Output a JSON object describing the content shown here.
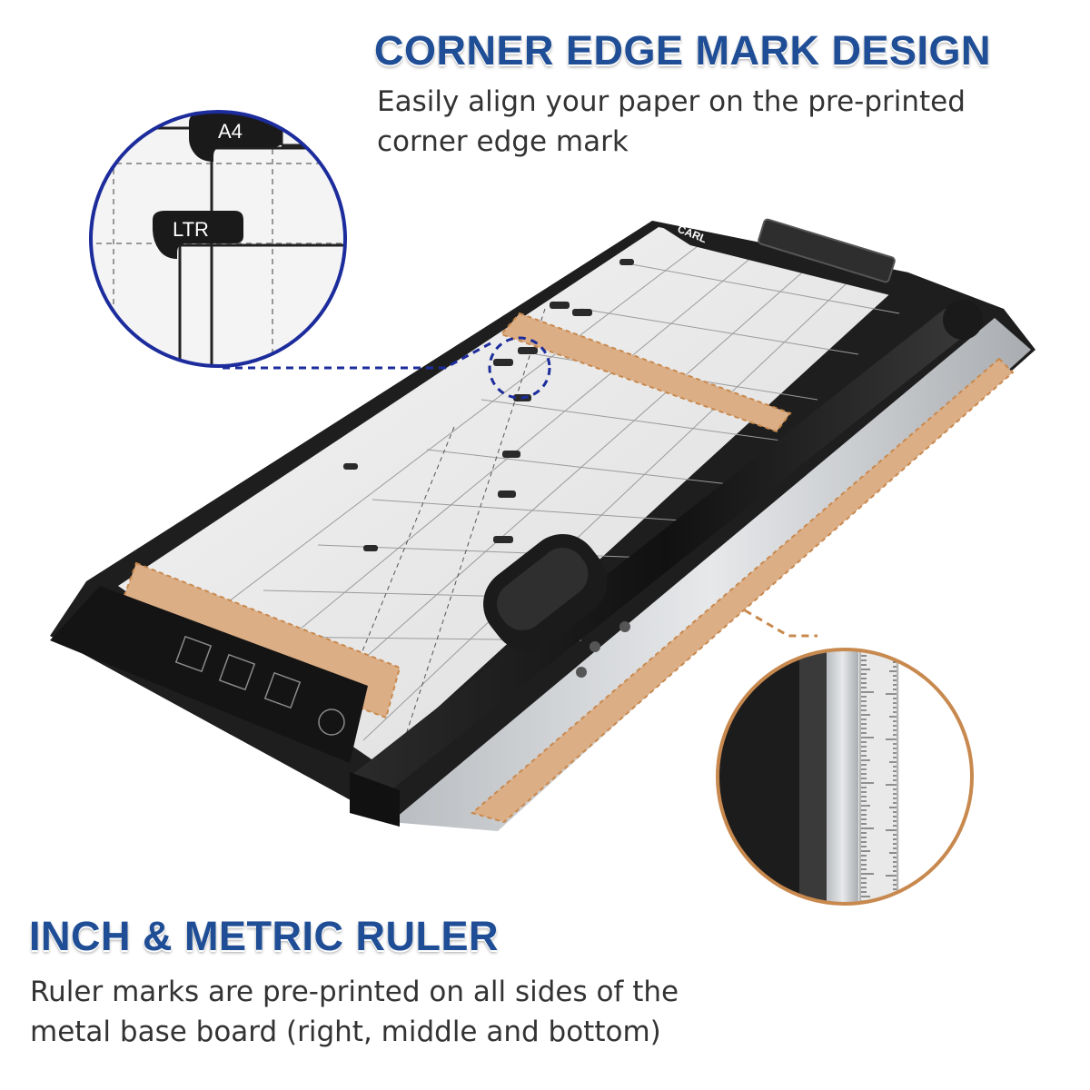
{
  "feature_top": {
    "title": "CORNER EDGE MARK DESIGN",
    "description_lines": [
      "Easily align your paper on the pre-printed",
      "corner edge mark"
    ]
  },
  "feature_bottom": {
    "title": "INCH & METRIC RULER",
    "description_lines": [
      "Ruler marks are pre-printed on all sides of the",
      "metal base board (right, middle and bottom)"
    ]
  },
  "zoom_corner": {
    "labels": [
      "A4",
      "LTR"
    ]
  },
  "product": {
    "brand": "CARL"
  },
  "colors": {
    "heading": "#1f4e96",
    "text": "#333333",
    "callout_blue": "#1c2c9c",
    "callout_orange": "#c8894e",
    "ruler_tan": "#dcae86",
    "board_dark": "#1e1e1e"
  }
}
